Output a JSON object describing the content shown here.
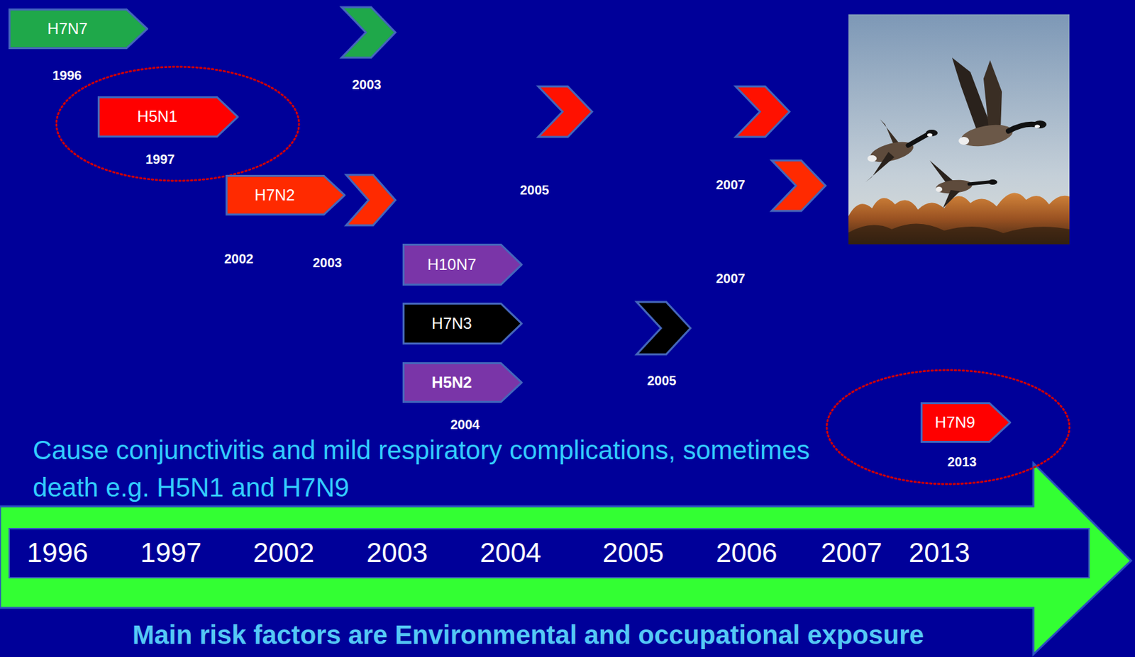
{
  "diagram": {
    "nodes": [
      {
        "text": [
          "H7N7"
        ]
      },
      {
        "text": [
          "H5N1"
        ]
      },
      {
        "text": [
          "H7N2"
        ]
      },
      {
        "text": [
          "H10N7"
        ]
      },
      {
        "text": [
          "H7N3"
        ]
      },
      {
        "text": [
          "H5N2"
        ]
      },
      {
        "text": [
          "H7N9"
        ]
      },
      {
        "text": [
          "1996",
          "1997",
          "2002",
          "2003",
          "2004",
          "2005",
          "2006",
          "2007",
          "2013"
        ]
      }
    ],
    "labels": [
      "1996",
      "2003",
      "1997",
      "2005",
      "2007",
      "2002",
      "2003",
      "2007",
      "2005",
      "2004",
      "2013",
      "Cause conjunctivitis and mild respiratory complications, sometimes death e.g. H5N1 and H7N9",
      "Main risk factors are Environmental and occupational exposure"
    ]
  }
}
